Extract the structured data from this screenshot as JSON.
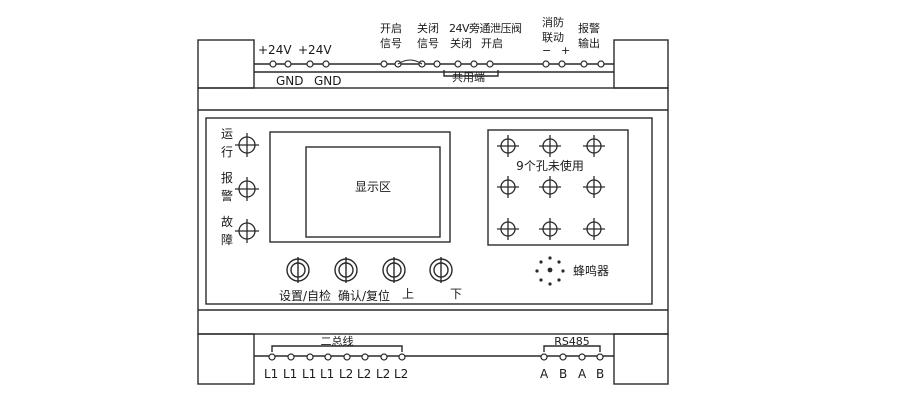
{
  "top_terminals": {
    "power_24v_1": "+24V",
    "power_24v_2": "+24V",
    "gnd_1": "GND",
    "gnd_2": "GND",
    "open_signal": [
      "开启",
      "信号"
    ],
    "close_signal": [
      "关闭",
      "信号"
    ],
    "bypass_24v": "24V旁通泄压阀",
    "bypass_close": "关闭",
    "bypass_open": "开启",
    "common": "共用端",
    "fire_link": [
      "消防",
      "联动"
    ],
    "fire_minus": "−",
    "fire_plus": "+",
    "alarm_out": [
      "报警",
      "输出"
    ]
  },
  "indicators": {
    "run": [
      "运",
      "行"
    ],
    "alarm": [
      "报",
      "警"
    ],
    "fault": [
      "故",
      "障"
    ]
  },
  "display": {
    "label": "显示区"
  },
  "unused_holes": {
    "label": "9个孔未使用",
    "count": 9
  },
  "buzzer": {
    "label": "蜂鸣器"
  },
  "buttons": {
    "settings": "设置/自检",
    "confirm": "确认/复位",
    "up": "上",
    "down": "下"
  },
  "bottom_terminals": {
    "bus_label": "二总线",
    "bus_pins": [
      "L1",
      "L1",
      "L1",
      "L1",
      "L2",
      "L2",
      "L2",
      "L2"
    ],
    "rs485_label": "RS485",
    "rs485_pins": [
      "A",
      "B",
      "A",
      "B"
    ]
  },
  "colors": {
    "line": "#2a2a2a",
    "background": "#ffffff"
  }
}
